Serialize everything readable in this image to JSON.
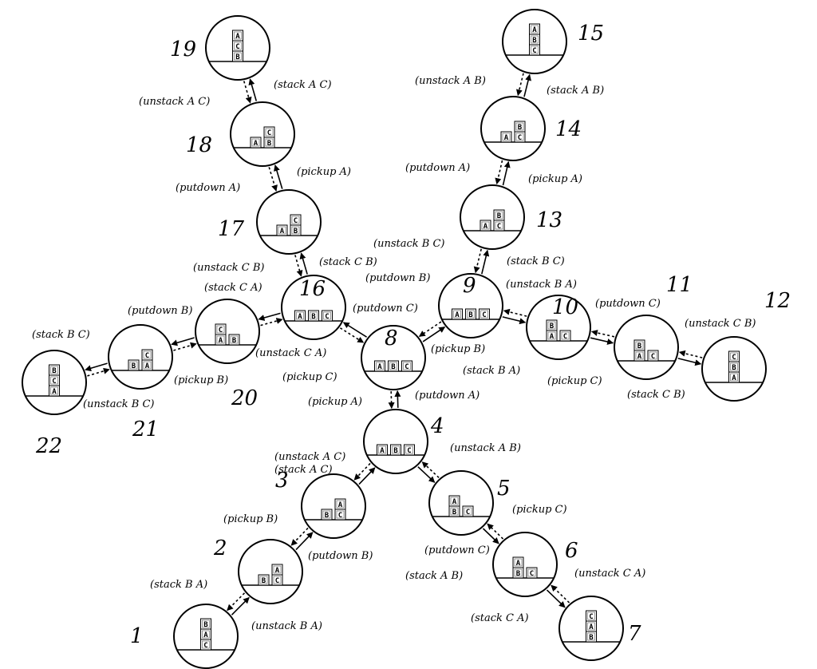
{
  "nodes": [
    {
      "id": "1",
      "stacks": [
        [
          "B",
          "A",
          "C"
        ]
      ]
    },
    {
      "id": "2",
      "stacks": [
        [
          "B"
        ],
        [
          "A",
          "C"
        ]
      ]
    },
    {
      "id": "3",
      "stacks": [
        [
          "B"
        ],
        [
          "A",
          "C"
        ]
      ]
    },
    {
      "id": "4",
      "stacks": [
        [
          "A"
        ],
        [
          "B"
        ],
        [
          "C"
        ]
      ]
    },
    {
      "id": "5",
      "stacks": [
        [
          "A",
          "B"
        ],
        [
          "C"
        ]
      ]
    },
    {
      "id": "6",
      "stacks": [
        [
          "A",
          "B"
        ],
        [
          "C"
        ]
      ]
    },
    {
      "id": "7",
      "stacks": [
        [
          "C",
          "A",
          "B"
        ]
      ]
    },
    {
      "id": "8",
      "stacks": [
        [
          "A"
        ],
        [
          "B"
        ],
        [
          "C"
        ]
      ]
    },
    {
      "id": "9",
      "stacks": [
        [
          "A"
        ],
        [
          "B"
        ],
        [
          "C"
        ]
      ]
    },
    {
      "id": "10",
      "stacks": [
        [
          "B",
          "A"
        ],
        [
          "C"
        ]
      ]
    },
    {
      "id": "11",
      "stacks": [
        [
          "B",
          "A"
        ],
        [
          "C"
        ]
      ]
    },
    {
      "id": "12",
      "stacks": [
        [
          "C",
          "B",
          "A"
        ]
      ]
    },
    {
      "id": "13",
      "stacks": [
        [
          "A"
        ],
        [
          "B",
          "C"
        ]
      ]
    },
    {
      "id": "14",
      "stacks": [
        [
          "A"
        ],
        [
          "B",
          "C"
        ]
      ]
    },
    {
      "id": "15",
      "stacks": [
        [
          "A",
          "B",
          "C"
        ]
      ]
    },
    {
      "id": "16",
      "stacks": [
        [
          "A"
        ],
        [
          "B"
        ],
        [
          "C"
        ]
      ]
    },
    {
      "id": "17",
      "stacks": [
        [
          "A"
        ],
        [
          "C",
          "B"
        ]
      ]
    },
    {
      "id": "18",
      "stacks": [
        [
          "A"
        ],
        [
          "C",
          "B"
        ]
      ]
    },
    {
      "id": "19",
      "stacks": [
        [
          "A",
          "C",
          "B"
        ]
      ]
    },
    {
      "id": "20",
      "stacks": [
        [
          "C",
          "A"
        ],
        [
          "B"
        ]
      ]
    },
    {
      "id": "21",
      "stacks": [
        [
          "B"
        ],
        [
          "C",
          "A"
        ]
      ]
    },
    {
      "id": "22",
      "stacks": [
        [
          "B",
          "C",
          "A"
        ]
      ]
    }
  ],
  "edges": [
    {
      "from": "1",
      "to": "2",
      "forward": "(unstack B A)",
      "backward": "(stack B A)"
    },
    {
      "from": "2",
      "to": "3",
      "forward": "(putdown B)",
      "backward": "(pickup B)"
    },
    {
      "from": "3",
      "to": "4",
      "forward": "(unstack A C)",
      "backward": "(stack A C)"
    },
    {
      "from": "4",
      "to": "5",
      "forward": "(stack A B)",
      "backward": "(unstack A B)"
    },
    {
      "from": "5",
      "to": "6",
      "forward": "(putdown C)",
      "backward": "(pickup C)"
    },
    {
      "from": "6",
      "to": "7",
      "forward": "(stack C A)",
      "backward": "(unstack C A)"
    },
    {
      "from": "4",
      "to": "8",
      "forward": "(pickup A)",
      "backward": "(putdown A)"
    },
    {
      "from": "8",
      "to": "9",
      "forward": "(pickup B)",
      "backward": "(putdown B)"
    },
    {
      "from": "9",
      "to": "10",
      "forward": "(stack B A)",
      "backward": "(unstack B A)"
    },
    {
      "from": "10",
      "to": "11",
      "forward": "(pickup C)",
      "backward": "(putdown C)"
    },
    {
      "from": "11",
      "to": "12",
      "forward": "(stack C B)",
      "backward": "(unstack C B)"
    },
    {
      "from": "9",
      "to": "13",
      "forward": "(stack B C)",
      "backward": "(unstack B C)"
    },
    {
      "from": "13",
      "to": "14",
      "forward": "(pickup A)",
      "backward": "(putdown A)"
    },
    {
      "from": "14",
      "to": "15",
      "forward": "(stack A B)",
      "backward": "(unstack A B)"
    },
    {
      "from": "8",
      "to": "16",
      "forward": "(pickup C)",
      "backward": "(putdown C)"
    },
    {
      "from": "16",
      "to": "17",
      "forward": "(stack C B)",
      "backward": "(unstack C B)"
    },
    {
      "from": "17",
      "to": "18",
      "forward": "(pickup A)",
      "backward": "(putdown A)"
    },
    {
      "from": "18",
      "to": "19",
      "forward": "(stack A C)",
      "backward": "(unstack A C)"
    },
    {
      "from": "16",
      "to": "20",
      "forward": "(stack C A)",
      "backward": "(unstack C A)"
    },
    {
      "from": "20",
      "to": "21",
      "forward": "(pickup B)",
      "backward": "(putdown B)"
    },
    {
      "from": "21",
      "to": "22",
      "forward": "(stack B C)",
      "backward": "(unstack B C)"
    }
  ]
}
